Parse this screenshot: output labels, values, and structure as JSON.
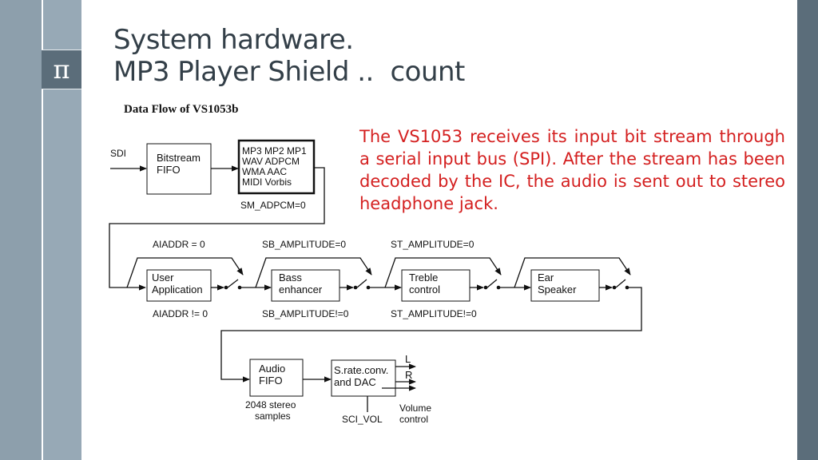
{
  "logo": {
    "glyph": "π"
  },
  "title": {
    "line1": "System hardware.",
    "line2": "MP3 Player Shield ..  count"
  },
  "body_text": "The VS1053 receives its input bit stream through a serial input bus (SPI). After the stream has been decoded by the IC, the audio is sent out to stereo headphone jack.",
  "diagram": {
    "heading": "Data Flow of VS1053b",
    "sdi": "SDI",
    "fifo": [
      "Bitstream",
      "FIFO"
    ],
    "decoder": [
      "MP3 MP2 MP1",
      "WAV ADPCM",
      "WMA AAC",
      "MIDI Vorbis"
    ],
    "sm_adpcm": "SM_ADPCM=0",
    "aiaddr_top": "AIADDR = 0",
    "aiaddr_bottom": "AIADDR != 0",
    "sb_top": "SB_AMPLITUDE=0",
    "sb_bottom": "SB_AMPLITUDE!=0",
    "st_top": "ST_AMPLITUDE=0",
    "st_bottom": "ST_AMPLITUDE!=0",
    "user_app": [
      "User",
      "Application"
    ],
    "bass": [
      "Bass",
      "enhancer"
    ],
    "treble": [
      "Treble",
      "control"
    ],
    "ear": [
      "Ear",
      "Speaker"
    ],
    "audio_fifo": [
      "Audio",
      "FIFO"
    ],
    "audio_fifo_note": [
      "2048 stereo",
      "samples"
    ],
    "dac": [
      "S.rate.conv.",
      "and DAC"
    ],
    "sci_vol": "SCI_VOL",
    "volume": [
      "Volume",
      "control"
    ],
    "out_l": "L",
    "out_r": "R"
  }
}
